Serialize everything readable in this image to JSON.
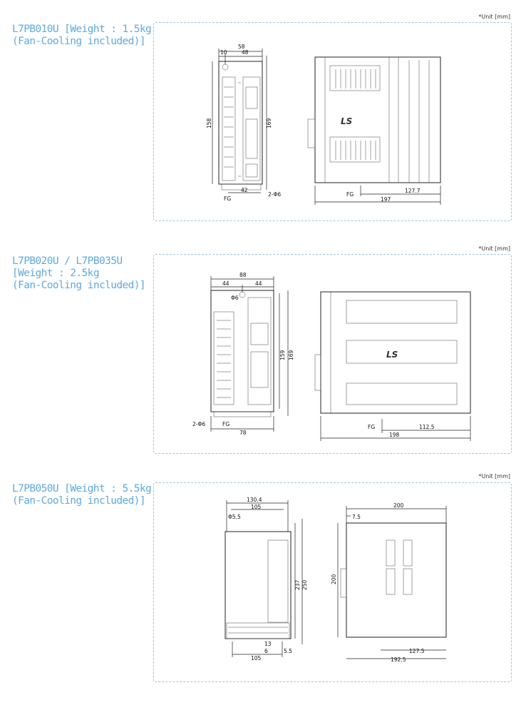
{
  "sections": [
    {
      "unit": "*Unit [mm]",
      "title_lines": [
        "L7PB010U [Weight : 1.5kg",
        "(Fan-Cooling included)]"
      ],
      "front": {
        "w_total": "58",
        "w_left": "10",
        "w_right": "48",
        "h_left": "158",
        "h_right": "169",
        "bottom": "42",
        "fg": "FG",
        "hole": "2-Φ6"
      },
      "side": {
        "fg": "FG",
        "inner": "127.7",
        "total": "197",
        "logo": "LS"
      }
    },
    {
      "unit": "*Unit [mm]",
      "title_lines": [
        "L7PB020U / L7PB035U",
        "[Weight : 2.5kg",
        "(Fan-Cooling included)]"
      ],
      "front": {
        "w_total": "88",
        "w_left": "44",
        "w_right": "44",
        "hole_top": "Φ6",
        "h_inner": "159",
        "h_outer": "169",
        "hole": "2-Φ6",
        "fg": "FG",
        "bottom": "78"
      },
      "side": {
        "fg": "FG",
        "inner": "112.5",
        "total": "198",
        "logo": "LS"
      }
    },
    {
      "unit": "*Unit [mm]",
      "title_lines": [
        "L7PB050U [Weight : 5.5kg",
        "(Fan-Cooling included)]"
      ],
      "front": {
        "w_total": "130.4",
        "w_inner": "105",
        "hole_top": "Φ5.5",
        "h_inner": "237",
        "h_outer": "250",
        "bottom": "105",
        "b_small1": "13",
        "b_small2": "6",
        "b_small3": "5.5"
      },
      "side": {
        "top_small": "7.5",
        "total": "200",
        "height": "200",
        "inner": "127.5",
        "bottom": "192.5"
      }
    }
  ]
}
